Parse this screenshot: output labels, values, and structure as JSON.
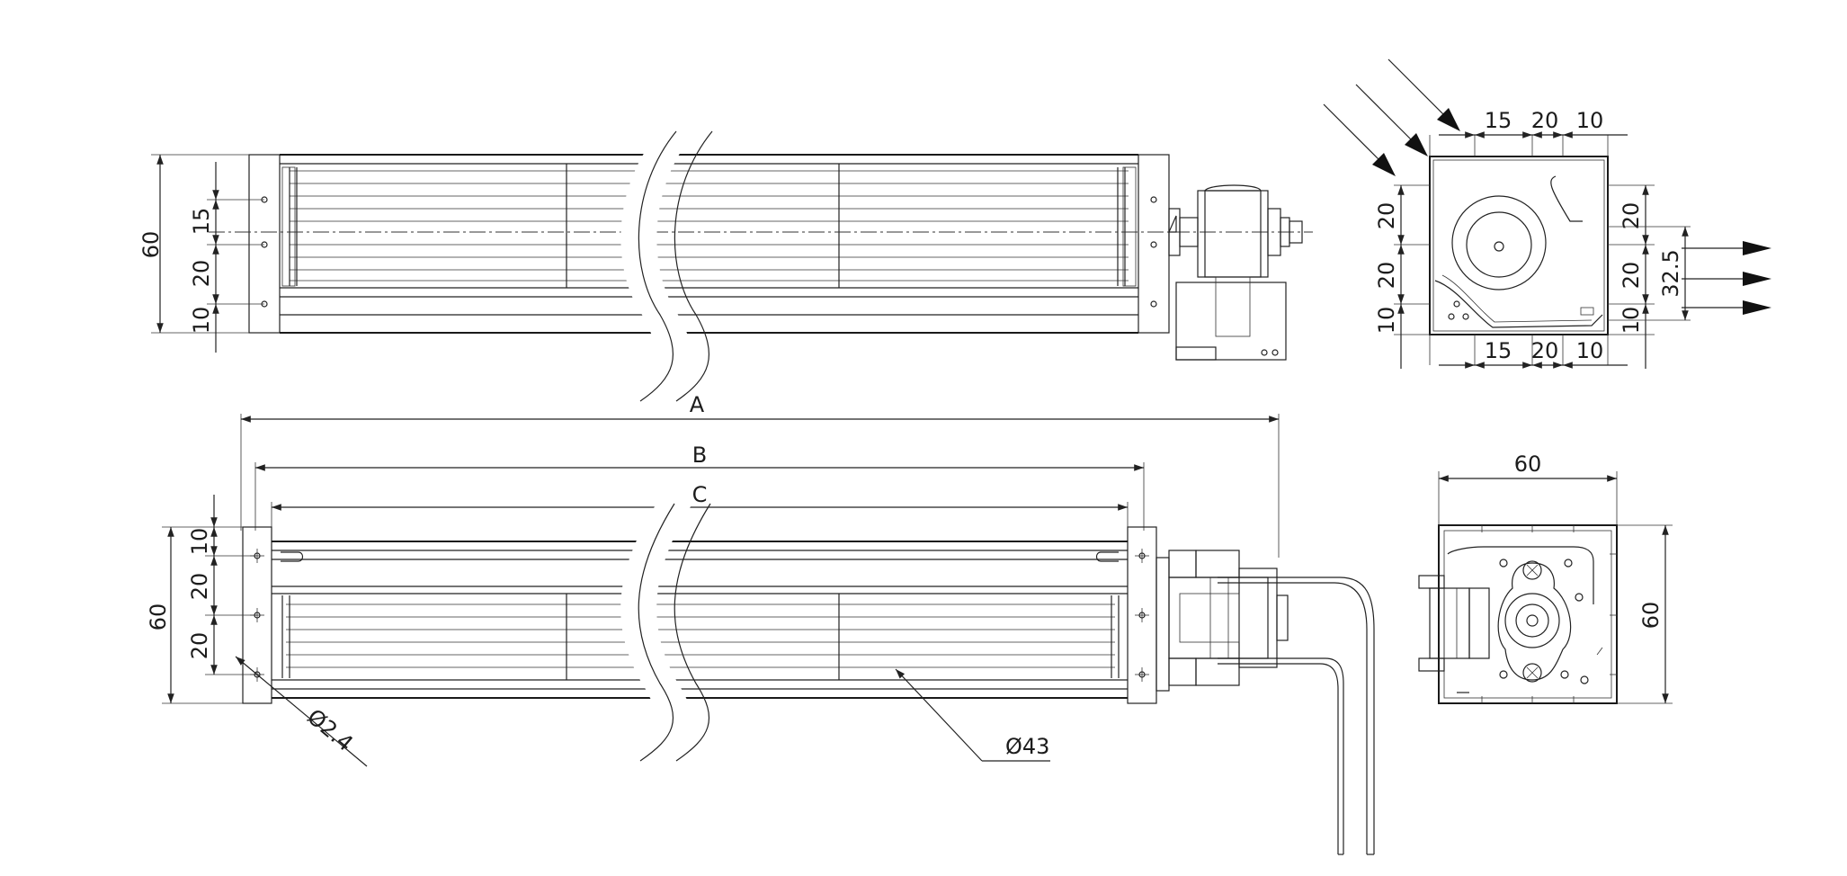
{
  "dimensions": {
    "side_top": {
      "overall": "60",
      "d1": "15",
      "d2": "20",
      "d3": "10"
    },
    "front": {
      "top_15": "15",
      "top_20": "20",
      "top_10": "10",
      "left_20a": "20",
      "left_20b": "20",
      "left_10": "10",
      "right_20a": "20",
      "right_20b": "20",
      "right_10": "10",
      "outlet": "32.5",
      "bot_15": "15",
      "bot_20": "20",
      "bot_10": "10"
    },
    "length_a": "A",
    "length_b": "B",
    "length_c": "C",
    "side_bottom": {
      "overall": "60",
      "d10": "10",
      "d20a": "20",
      "d20b": "20"
    },
    "hole": "Ø2.4",
    "rotor": "Ø43",
    "motor_end": {
      "width": "60",
      "height": "60"
    }
  }
}
